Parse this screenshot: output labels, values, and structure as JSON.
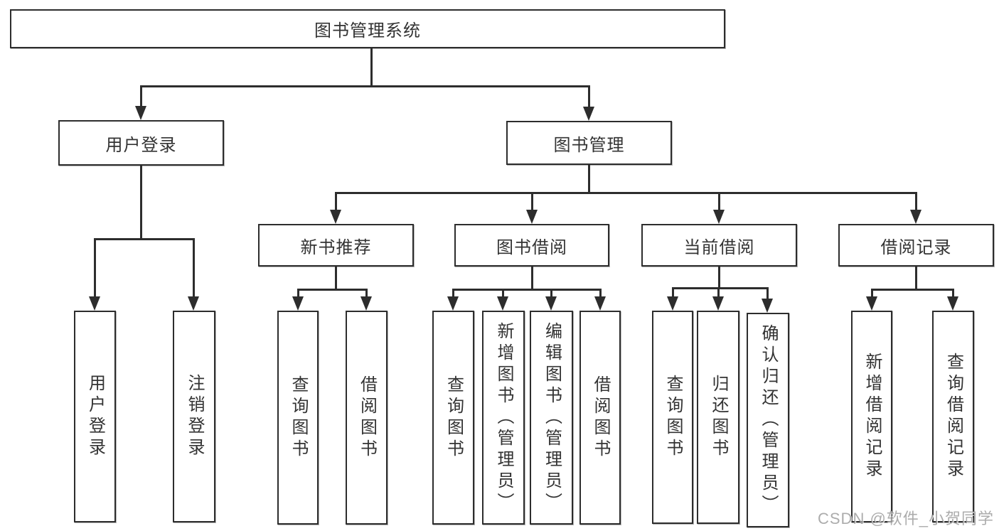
{
  "diagram": {
    "root": {
      "label": "图书管理系统"
    },
    "level2": [
      {
        "label": "用户登录"
      },
      {
        "label": "图书管理"
      }
    ],
    "level3": [
      {
        "label": "新书推荐",
        "parent": "图书管理"
      },
      {
        "label": "图书借阅",
        "parent": "图书管理"
      },
      {
        "label": "当前借阅",
        "parent": "图书管理"
      },
      {
        "label": "借阅记录",
        "parent": "图书管理"
      }
    ],
    "leaves": [
      {
        "label": "用户登录",
        "parent": "用户登录"
      },
      {
        "label": "注销登录",
        "parent": "用户登录"
      },
      {
        "label": "查询图书",
        "parent": "新书推荐"
      },
      {
        "label": "借阅图书",
        "parent": "新书推荐"
      },
      {
        "label": "查询图书",
        "parent": "图书借阅"
      },
      {
        "label": "新增图书（管理员）",
        "parent": "图书借阅"
      },
      {
        "label": "编辑图书（管理员）",
        "parent": "图书借阅"
      },
      {
        "label": "借阅图书",
        "parent": "图书借阅"
      },
      {
        "label": "查询图书",
        "parent": "当前借阅"
      },
      {
        "label": "归还图书",
        "parent": "当前借阅"
      },
      {
        "label": "确认归还（管理员）",
        "parent": "当前借阅"
      },
      {
        "label": "新增借阅记录",
        "parent": "借阅记录"
      },
      {
        "label": "查询借阅记录",
        "parent": "借阅记录"
      }
    ],
    "colors": {
      "line": "#2d2d2d",
      "text": "#333333",
      "background": "#ffffff",
      "watermark": "#9e9e9e"
    }
  },
  "watermark": {
    "text": "CSDN @软件_小贺同学"
  }
}
